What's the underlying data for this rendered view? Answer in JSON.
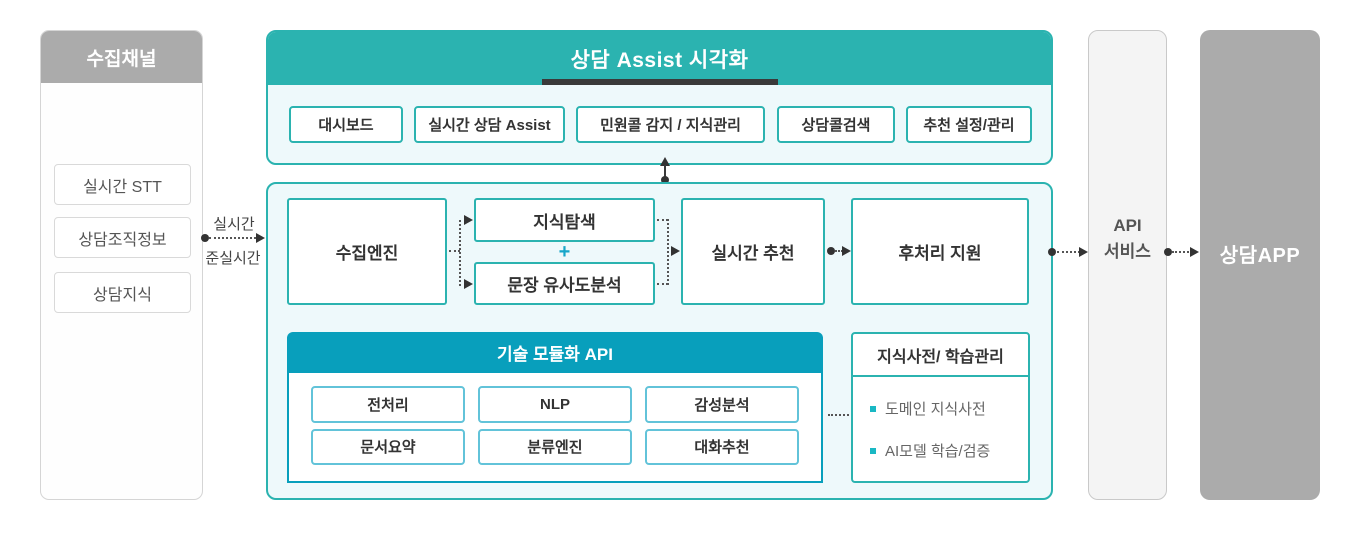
{
  "colors": {
    "teal": "#2bb3b0",
    "teal_light_bg": "#eef9fb",
    "cyan": "#089fbc",
    "cyan_border": "#62c3d9",
    "gray_panel": "#ababab",
    "api_bg": "#f4f4f4",
    "dark": "#3a3a3a"
  },
  "left_panel": {
    "title": "수집채널",
    "items": [
      "실시간 STT",
      "상담조직정보",
      "상담지식"
    ]
  },
  "input_flow": {
    "label_top": "실시간",
    "label_bottom": "준실시간"
  },
  "top_panel": {
    "title": "상담 Assist 시각화",
    "items": [
      "대시보드",
      "실시간 상담 Assist",
      "민원콜 감지 / 지식관리",
      "상담콜검색",
      "추천 설정/관리"
    ]
  },
  "main_panel": {
    "collect_engine": "수집엔진",
    "knowledge_search": "지식탐색",
    "plus": "+",
    "sentence_similarity": "문장 유사도분석",
    "realtime_recommend": "실시간 추천",
    "postprocess_support": "후처리 지원",
    "tech_module": {
      "title": "기술 모듈화 API",
      "items": [
        "전처리",
        "NLP",
        "감성분석",
        "문서요약",
        "분류엔진",
        "대화추천"
      ]
    },
    "knowledge_dict": {
      "title": "지식사전/ 학습관리",
      "items": [
        "도메인 지식사전",
        "AI모델 학습/검증"
      ]
    }
  },
  "api_panel": {
    "line1": "API",
    "line2": "서비스"
  },
  "app_panel": {
    "title": "상담APP"
  }
}
